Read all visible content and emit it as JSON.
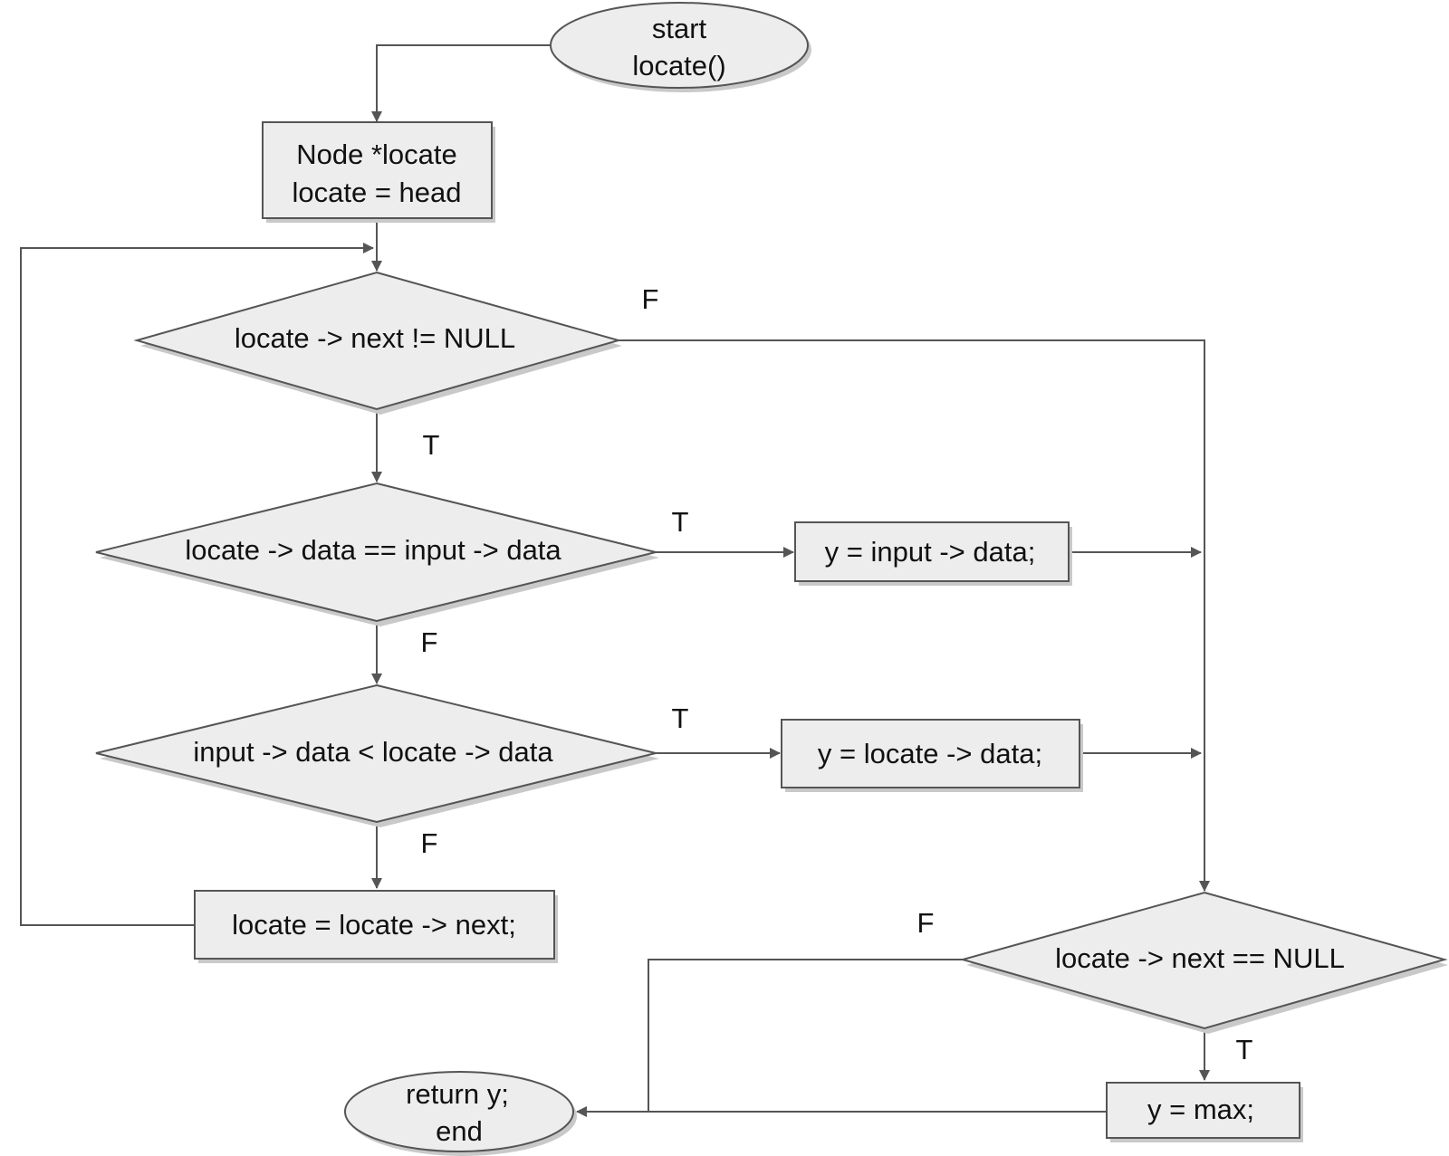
{
  "nodes": {
    "start": {
      "line1": "start",
      "line2": "locate()"
    },
    "init": {
      "line1": "Node *locate",
      "line2": "locate = head"
    },
    "cond_next_not_null": "locate -> next != NULL",
    "cond_equal": "locate -> data == input -> data",
    "assign_input": "y = input -> data;",
    "cond_less": "input -> data < locate -> data",
    "assign_locate": "y = locate -> data;",
    "advance": "locate = locate -> next;",
    "cond_next_null": "locate -> next == NULL",
    "assign_max": "y = max;",
    "end": {
      "line1": "return y;",
      "line2": "end"
    }
  },
  "edge_labels": {
    "cond1_false": "F",
    "cond1_true": "T",
    "cond2_true": "T",
    "cond2_false": "F",
    "cond3_true": "T",
    "cond3_false": "F",
    "cond4_false": "F",
    "cond4_true": "T"
  },
  "colors": {
    "shape_fill": "#ededed",
    "stroke": "#555555",
    "shadow": "#c9c9c9",
    "text": "#111111"
  }
}
